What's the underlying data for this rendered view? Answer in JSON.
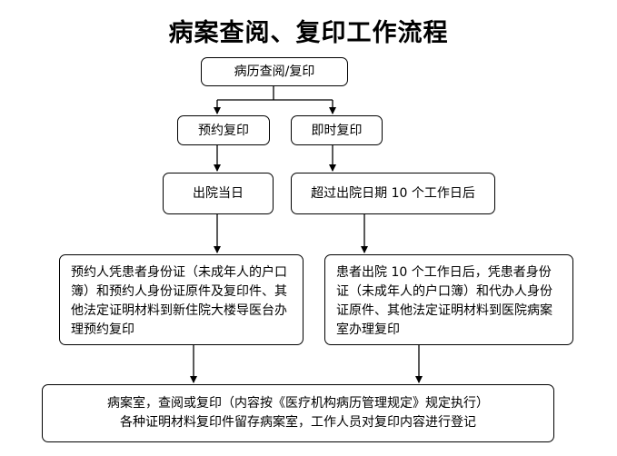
{
  "title": "病案查阅、复印工作流程",
  "nodes": {
    "start": "病历查阅/复印",
    "appointment": "预约复印",
    "immediate": "即时复印",
    "discharge_day": "出院当日",
    "after_10_days": "超过出院日期 10 个工作日后",
    "appointment_detail": "预约人凭患者身份证（未成年人的户口簿）和预约人身份证原件及复印件、其他法定证明材料到新住院大楼导医台办理预约复印",
    "immediate_detail": "患者出院 10 个工作日后，凭患者身份证（未成年人的户口簿）和代办人身份证原件、其他法定证明材料到医院病案室办理复印",
    "final_line1": "病案室，查阅或复印（内容按《医疗机构病历管理规定》规定执行）",
    "final_line2": "各种证明材料复印件留存病案室，工作人员对复印内容进行登记"
  }
}
